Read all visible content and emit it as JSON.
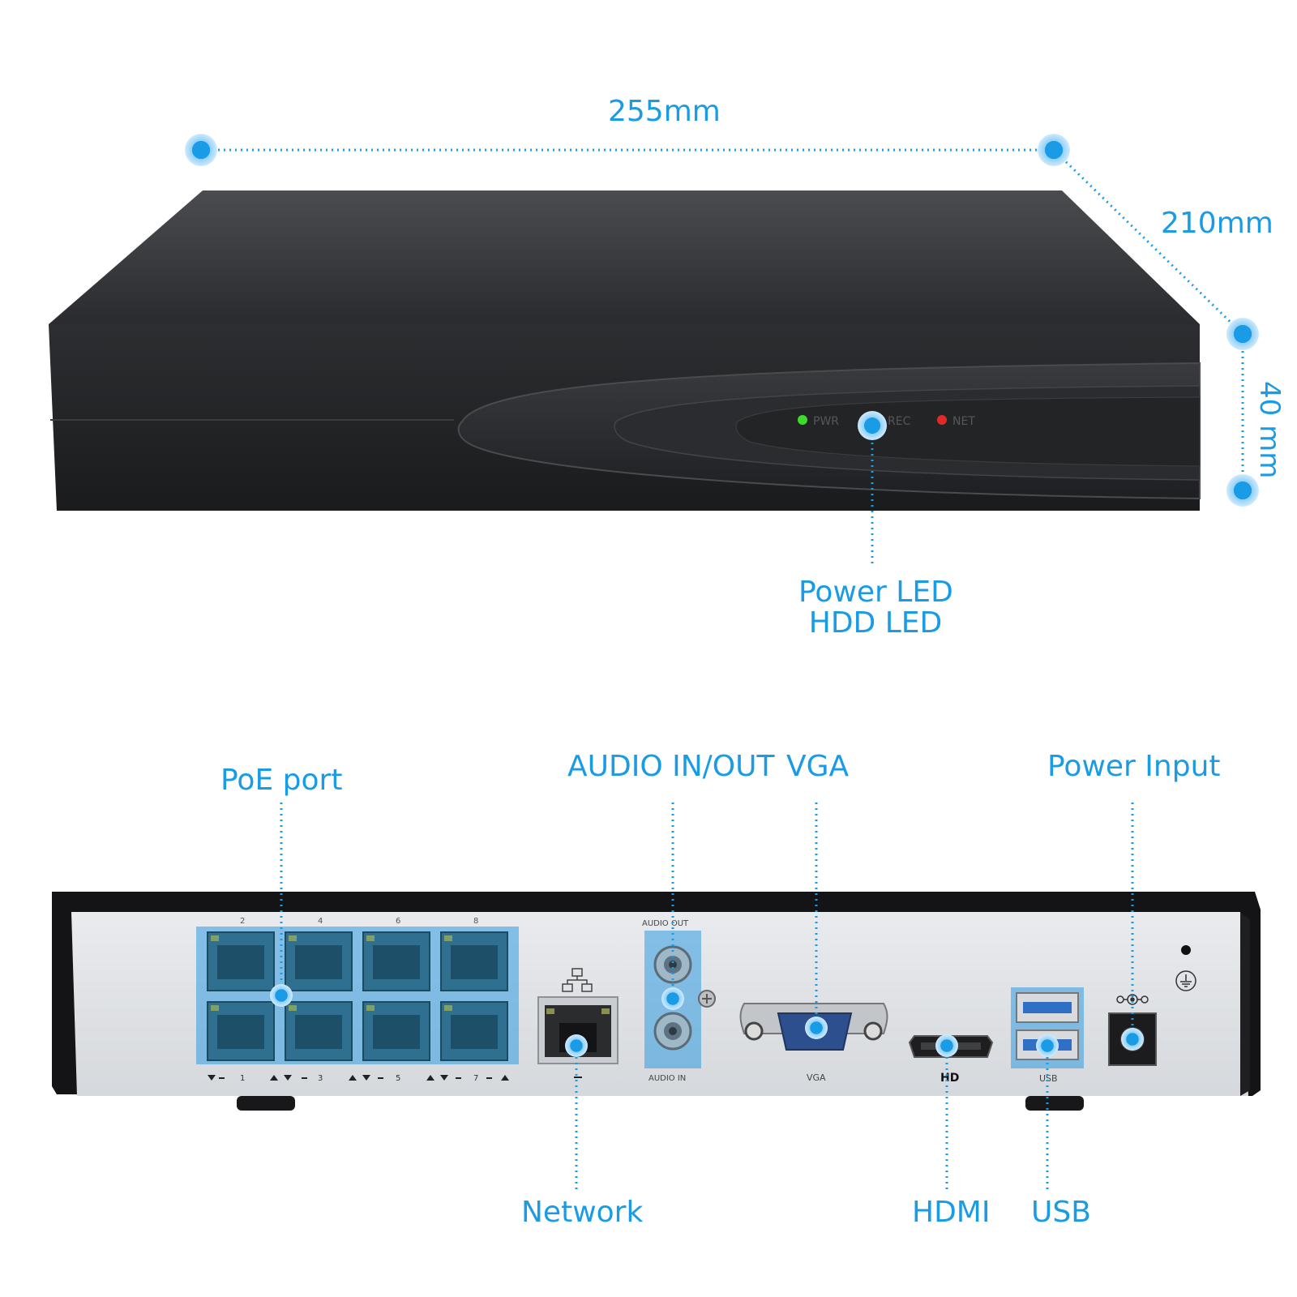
{
  "accent_color": "#1a9be6",
  "dimensions": {
    "width": "255mm",
    "depth": "210mm",
    "height": "40 mm"
  },
  "front_panel": {
    "led_labels": [
      "PWR",
      "REC",
      "NET"
    ],
    "led_colors": [
      "#3bdc2a",
      "#1a9be6",
      "#e02a2a"
    ],
    "callout": {
      "line1": "Power LED",
      "line2": "HDD LED"
    }
  },
  "rear_panel": {
    "poe_top_numbers": [
      "2",
      "4",
      "6",
      "8"
    ],
    "poe_bottom_numbers": [
      "1",
      "3",
      "5",
      "7"
    ],
    "audio_out_label": "AUDIO OUT",
    "audio_in_label": "AUDIO IN",
    "vga_label": "VGA",
    "hdmi_label": "HD",
    "usb_label": "USB"
  },
  "callouts": {
    "poe": "PoE port",
    "audio": "AUDIO IN/OUT",
    "vga": "VGA",
    "power": "Power Input",
    "network": "Network",
    "hdmi": "HDMI",
    "usb": "USB"
  }
}
